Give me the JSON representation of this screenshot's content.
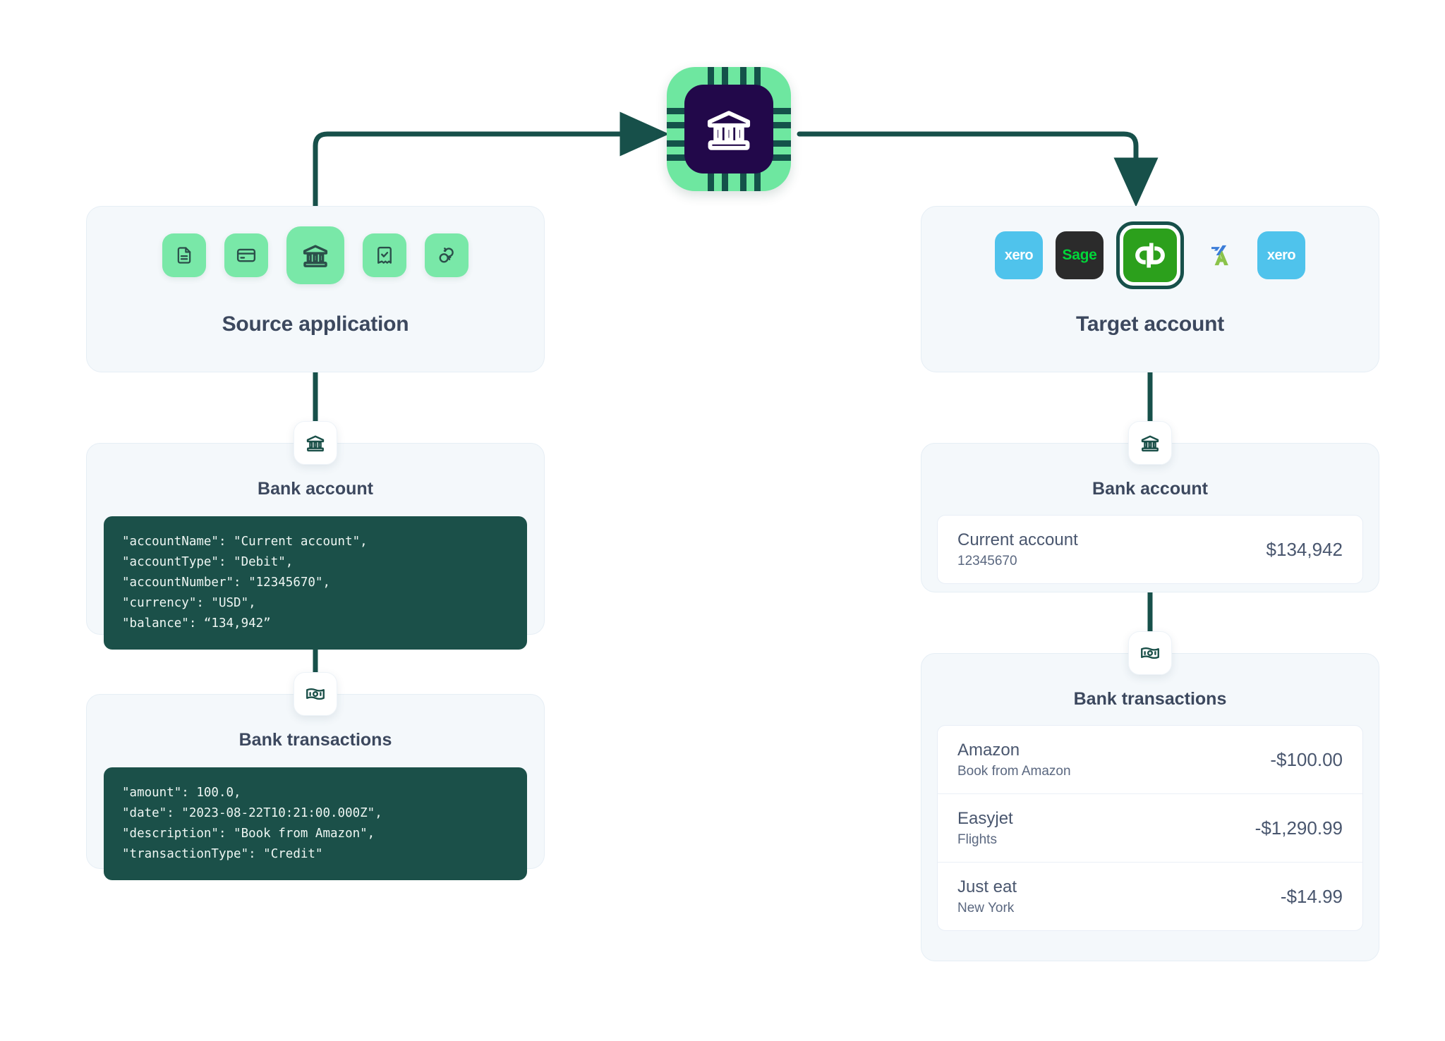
{
  "colors": {
    "wire": "#17504a",
    "panel_bg": "#f4f8fb",
    "code_bg": "#1b5049",
    "chip_green": "#6ee7a0",
    "chip_core": "#22084a",
    "accent_green": "#79e8a8",
    "title_text": "#3c485e",
    "qb_green": "#2ca01c",
    "xero_blue": "#4fc3ec",
    "sage_dark": "#2b2b2b",
    "sage_green": "#00d639"
  },
  "center": {
    "icon": "bank-chip-icon",
    "label": "bank-integration-chip"
  },
  "source": {
    "title": "Source application",
    "icons": [
      {
        "name": "document-icon",
        "selected": false
      },
      {
        "name": "credit-card-icon",
        "selected": false
      },
      {
        "name": "bank-icon",
        "selected": true
      },
      {
        "name": "receipt-check-icon",
        "selected": false
      },
      {
        "name": "sync-arrows-icon",
        "selected": false
      }
    ],
    "bank_account": {
      "badge_icon": "bank-icon",
      "title": "Bank account",
      "code": "\"accountName\": \"Current account\",\n\"accountType\": \"Debit\",\n\"accountNumber\": \"12345670\",\n\"currency\": \"USD\",\n\"balance\": “134,942”"
    },
    "bank_transactions": {
      "badge_icon": "banknote-icon",
      "title": "Bank transactions",
      "code": "\"amount\": 100.0,\n\"date\": \"2023-08-22T10:21:00.000Z\",\n\"description\": \"Book from Amazon\",\n\"transactionType\": \"Credit\""
    }
  },
  "target": {
    "title": "Target account",
    "logos": [
      {
        "name": "xero-logo",
        "label": "xero",
        "kind": "xero",
        "selected": false
      },
      {
        "name": "sage-logo",
        "label": "Sage",
        "kind": "sage",
        "selected": false
      },
      {
        "name": "quickbooks-logo",
        "label": "qb",
        "kind": "qb",
        "selected": true
      },
      {
        "name": "freeagent-logo",
        "label": "",
        "kind": "fa",
        "selected": false
      },
      {
        "name": "xero-logo",
        "label": "xero",
        "kind": "xero",
        "selected": false
      }
    ],
    "bank_account": {
      "badge_icon": "bank-icon",
      "title": "Bank account",
      "account": {
        "name": "Current account",
        "number": "12345670",
        "balance": "$134,942"
      }
    },
    "bank_transactions": {
      "badge_icon": "banknote-icon",
      "title": "Bank transactions",
      "rows": [
        {
          "name": "Amazon",
          "description": "Book from Amazon",
          "amount": "-$100.00"
        },
        {
          "name": "Easyjet",
          "description": "Flights",
          "amount": "-$1,290.99"
        },
        {
          "name": "Just eat",
          "description": "New York",
          "amount": "-$14.99"
        }
      ]
    }
  }
}
